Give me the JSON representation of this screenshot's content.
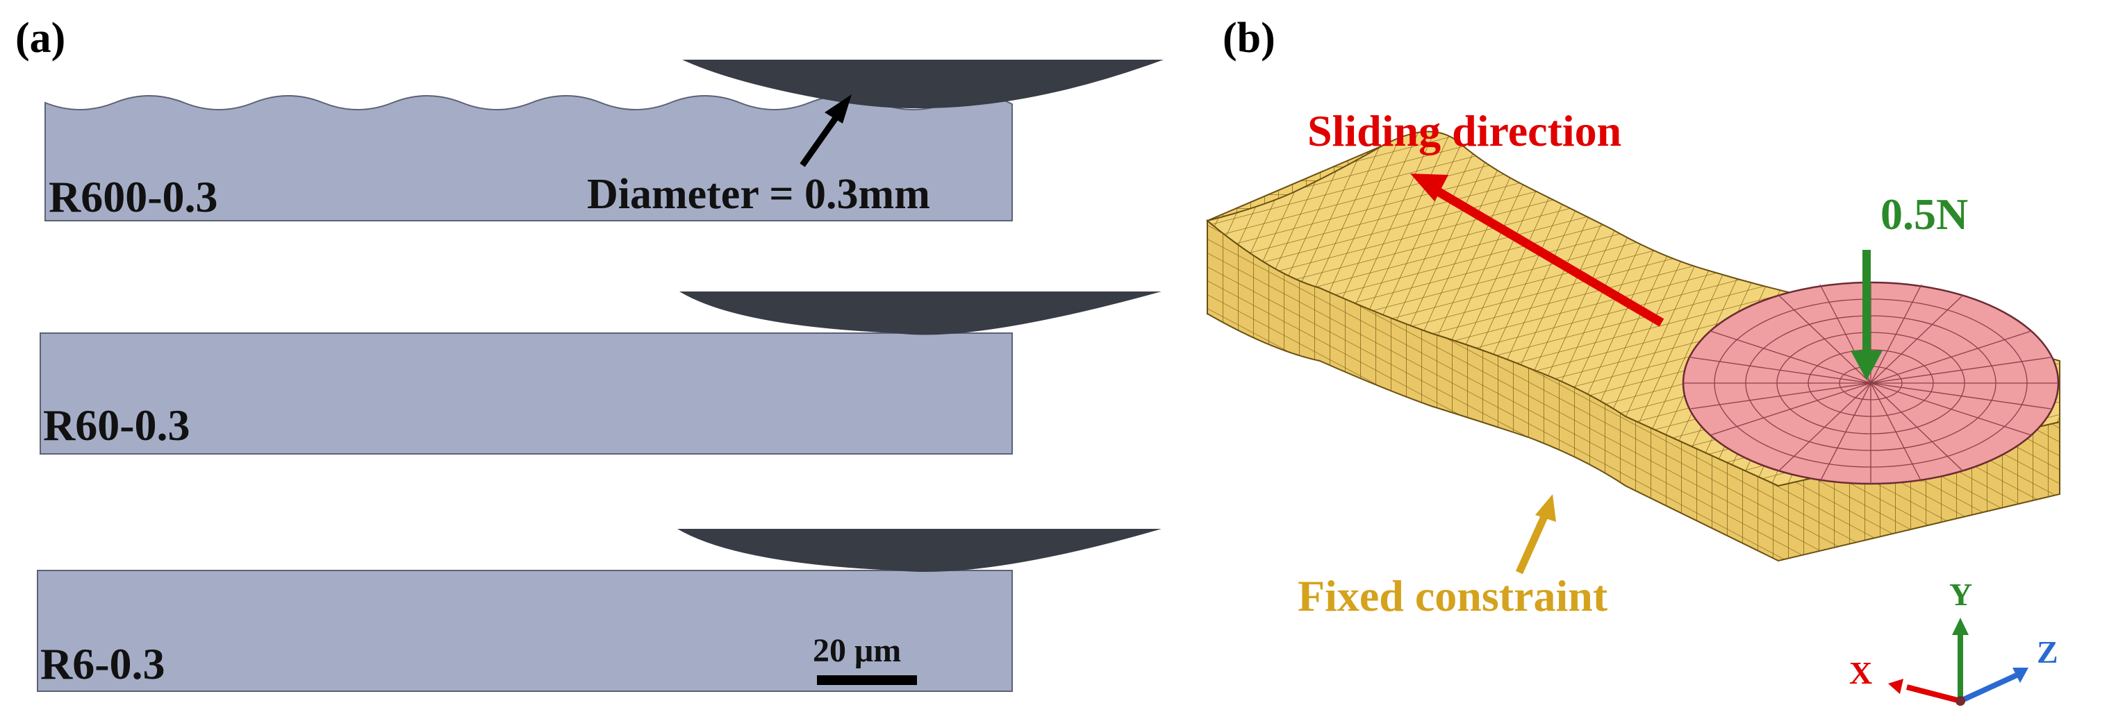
{
  "panel_a": {
    "tag": "(a)",
    "samples": [
      {
        "name": "R600-0.3"
      },
      {
        "name": "R60-0.3"
      },
      {
        "name": "R6-0.3"
      }
    ],
    "annotation": "Diameter = 0.3mm",
    "scale_bar": "20 μm"
  },
  "panel_b": {
    "tag": "(b)",
    "sliding_label": "Sliding direction",
    "load_label": "0.5N",
    "constraint_label": "Fixed constraint",
    "axes": {
      "x": "X",
      "y": "Y",
      "z": "Z"
    }
  },
  "colors": {
    "substrate": "#a5adc6",
    "ball": "#383c45",
    "mesh_block": "#f2d57a",
    "mesh_line": "#8a6a1e",
    "disk": "#ef9ea2",
    "arrow_red": "#e00000",
    "arrow_green": "#2a8a2a",
    "arrow_gold": "#d4a21c",
    "axis_blue": "#2a6ad0"
  }
}
